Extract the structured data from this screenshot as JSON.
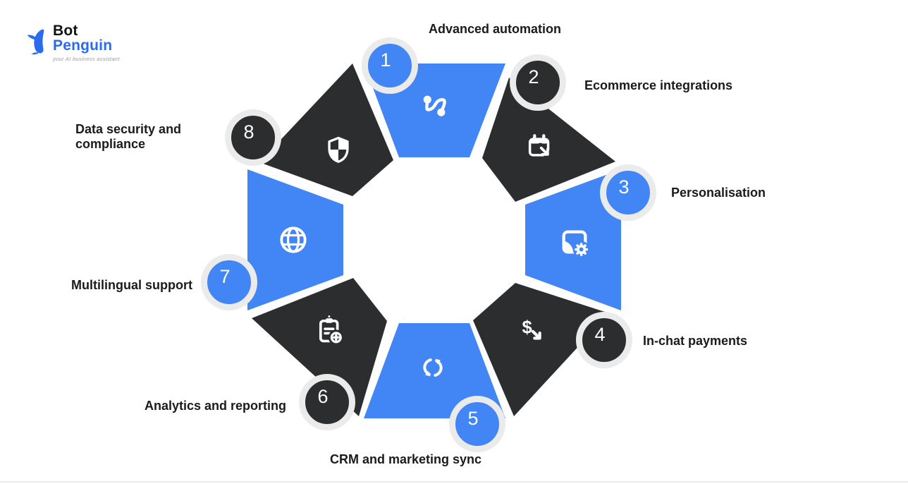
{
  "logo": {
    "bot": "Bot",
    "penguin": "Penguin",
    "tagline": "your AI business assistant"
  },
  "colors": {
    "blue": "#4285F4",
    "dark": "#2B2D2E",
    "circle_ring": "#EBEBEB",
    "label_text": "#1B1B1B"
  },
  "segments": [
    {
      "number": "1",
      "label": "Advanced automation",
      "icon": "route-icon",
      "color": "blue"
    },
    {
      "number": "2",
      "label": "Ecommerce integrations",
      "icon": "calendar-sync-icon",
      "color": "dark"
    },
    {
      "number": "3",
      "label": "Personalisation",
      "icon": "device-gear-icon",
      "color": "blue"
    },
    {
      "number": "4",
      "label": "In-chat payments",
      "icon": "payment-transfer-icon",
      "color": "dark"
    },
    {
      "number": "5",
      "label": "CRM and marketing sync",
      "icon": "sync-icon",
      "color": "blue"
    },
    {
      "number": "6",
      "label": "Analytics and reporting",
      "icon": "clipboard-add-icon",
      "color": "dark"
    },
    {
      "number": "7",
      "label": "Multilingual support",
      "icon": "globe-icon",
      "color": "blue"
    },
    {
      "number": "8",
      "label": "Data security and compliance",
      "icon": "shield-icon",
      "color": "dark"
    }
  ]
}
